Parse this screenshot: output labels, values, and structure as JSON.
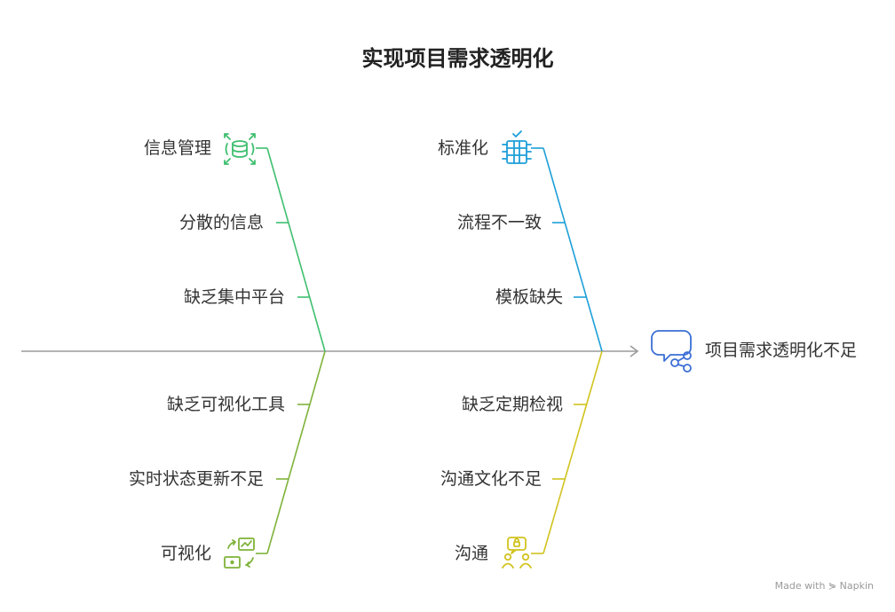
{
  "title": "实现项目需求透明化",
  "effect": {
    "label": "项目需求透明化不足",
    "icon": "chat-share-icon",
    "color": "#3b6fd4"
  },
  "categories": [
    {
      "id": "info",
      "label": "信息管理",
      "icon": "database-arrows-icon",
      "color": "#3fbf6f",
      "causes": [
        "分散的信息",
        "缺乏集中平台"
      ]
    },
    {
      "id": "standard",
      "label": "标准化",
      "icon": "server-check-icon",
      "color": "#1d9fd8",
      "causes": [
        "流程不一致",
        "模板缺失"
      ]
    },
    {
      "id": "visual",
      "label": "可视化",
      "icon": "dashboard-icon",
      "color": "#7fb33a",
      "causes": [
        "缺乏可视化工具",
        "实时状态更新不足"
      ]
    },
    {
      "id": "comm",
      "label": "沟通",
      "icon": "team-chat-icon",
      "color": "#d1c31f",
      "causes": [
        "缺乏定期检视",
        "沟通文化不足"
      ]
    }
  ],
  "watermark": "Made with ⋟ Napkin"
}
